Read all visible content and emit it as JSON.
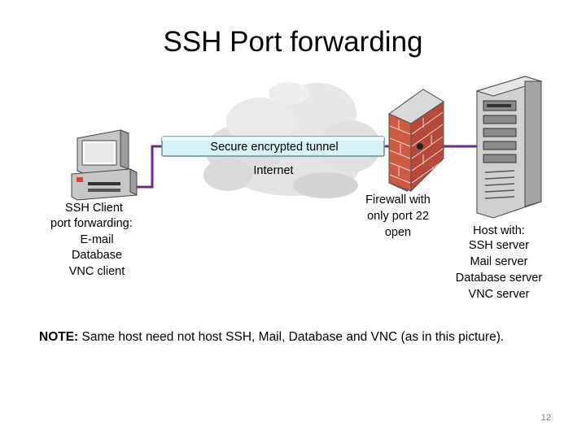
{
  "title": "SSH Port forwarding",
  "tunnel_label": "Secure encrypted tunnel",
  "internet_label": "Internet",
  "client_label": [
    "SSH Client",
    "port forwarding:",
    "E-mail",
    "Database",
    "VNC client"
  ],
  "firewall_label": [
    "Firewall with",
    "only port 22",
    "open"
  ],
  "host_label": [
    "Host with:",
    "SSH server",
    "Mail server",
    "Database server",
    "VNC server"
  ],
  "note": {
    "prefix": "NOTE:",
    "text": " Same host need not host SSH, Mail, Database and VNC (as in this picture)."
  },
  "page_number": "12",
  "colors": {
    "tunnel_fill": "#d6f2f7",
    "tunnel_line": "#6a2c8c",
    "brick": "#c8553d",
    "cloud": "#e3e3e3",
    "computer": "#c6c6c6"
  }
}
